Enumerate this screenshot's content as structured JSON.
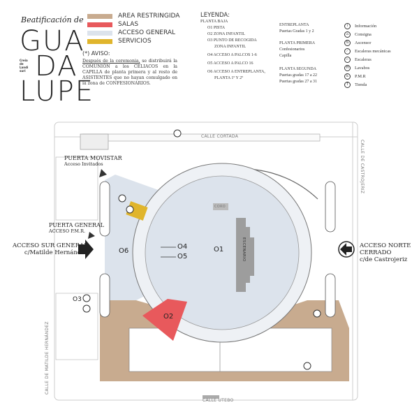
{
  "logo": {
    "script": "Beatificación de",
    "line1": "GUA",
    "line2": "DA",
    "line3": "LUPE",
    "small": "Creia de Landi suri"
  },
  "area_legend": [
    {
      "label": "AREA RESTRINGIDA",
      "color": "#c8ab8f"
    },
    {
      "label": "SALAS",
      "color": "#e8595c"
    },
    {
      "label": "ACCESO GENERAL",
      "color": "#dce3ec"
    },
    {
      "label": "SERVICIOS",
      "color": "#e0b52c"
    }
  ],
  "aviso": {
    "title": "(*) AVISO:",
    "underlined": "Después de la ceremonia,",
    "text": " se distribuirá la COMUNIÓN a los CELIACOS en la CAPILLA de planta primera y al resto de ASISTENTES que no hayan comulgado en la zona de CONFESIONARIOS."
  },
  "leyenda": {
    "title": "LEYENDA:",
    "planta_baja": {
      "title": "PLANTA BAJA",
      "items": [
        "O1 PISTA",
        "O2 ZONA INFANTIL",
        "O3 PUNTO DE RECOGIDA",
        "ZONA INFANTIL",
        "O4 ACCESO A PALCOS 1-6",
        "O5 ACCESO A PALCO 16",
        "O6 ACCESO A ENTREPLANTA,",
        "PLANTA 1º Y 2º"
      ]
    },
    "entreplanta": {
      "title": "ENTREPLANTA",
      "items": [
        "Puertas Gradas 1 y 2"
      ]
    },
    "planta_primera": {
      "title": "PLANTA PRIMERA",
      "items": [
        "Confesionarios",
        "Capilla"
      ]
    },
    "planta_segunda": {
      "title": "PLANTA SEGUNDA",
      "items": [
        "Puertas gradas 17 a 22",
        "Puertas gradas 27 a 31"
      ]
    }
  },
  "icon_legend": [
    {
      "icon": "info-icon",
      "glyph": "i",
      "label": "Información"
    },
    {
      "icon": "cloakroom-icon",
      "glyph": "⌂",
      "label": "Consigna"
    },
    {
      "icon": "elevator-icon",
      "glyph": "⇅",
      "label": "Ascensor"
    },
    {
      "icon": "escalator-icon",
      "glyph": "⟋",
      "label": "Escaleras mecánicas"
    },
    {
      "icon": "stairs-icon",
      "glyph": "⌐",
      "label": "Escaleras"
    },
    {
      "icon": "restroom-icon",
      "glyph": "H",
      "label": "Lavabos"
    },
    {
      "icon": "wheelchair-icon",
      "glyph": "♿",
      "label": "P.M.R"
    },
    {
      "icon": "shop-icon",
      "glyph": "T",
      "label": "Tienda"
    }
  ],
  "map": {
    "streets": {
      "top": "CALLE CORTADA",
      "right": "CALLE DE CASTROJERIZ",
      "bottom": "CALLE UTEBO",
      "left": "CALLE DE MATILDE HERNÁNDEZ"
    },
    "entrances": {
      "movistar": {
        "title": "PUERTA MOVISTAR",
        "sub": "Acceso Invitados"
      },
      "general": {
        "title": "PUERTA GENERAL",
        "sub": "ACCESO P.M.R."
      },
      "sur": {
        "title": "ACCESO SUR GENERAL",
        "sub": "c/Matilde Hernández"
      },
      "norte": {
        "title": "ACCESO NORTE",
        "line2": "CERRADO",
        "sub": "c/de Castrojeriz"
      }
    },
    "zones": {
      "o1": "O1",
      "o2": "O2",
      "o3": "O3",
      "o4": "O4",
      "o5": "O5",
      "o6": "O6",
      "coro": "CORO",
      "escenario": "ESCENARIO"
    }
  }
}
